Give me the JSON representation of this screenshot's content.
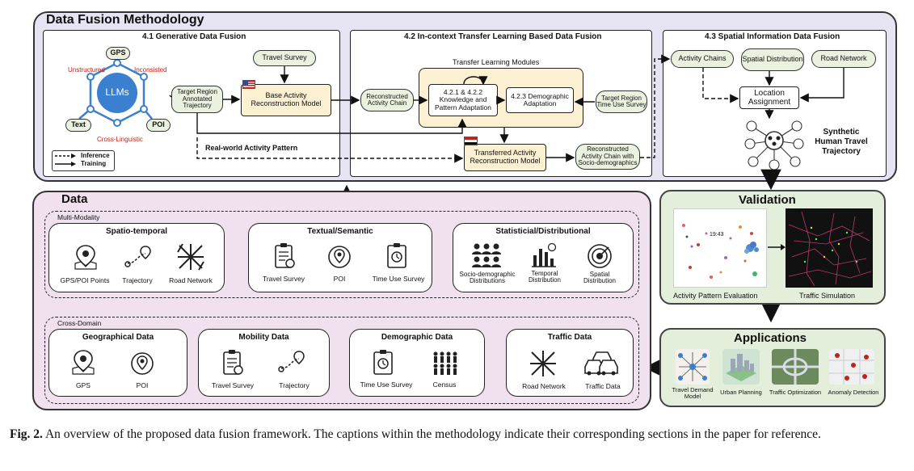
{
  "methodology": {
    "title": "Data Fusion Methodology",
    "generative": {
      "title": "4.1 Generative Data Fusion",
      "llm_center": "LLMs",
      "llm_nodes": [
        "GPS",
        "POI",
        "Text"
      ],
      "llm_labels": [
        "Unstructured",
        "Inconsisted",
        "Cross-Linguistic"
      ],
      "travel_survey": "Travel Survey",
      "target_region": "Target Region Annotated Trajectory",
      "base_model": "Base Activity Reconstruction Model",
      "real_world": "Real-world Activity Pattern",
      "legend": [
        "Inference",
        "Training"
      ]
    },
    "transfer": {
      "title": "4.2 In-context Transfer Learning Based Data Fusion",
      "modules_title": "Transfer Learning Modules",
      "reconstructed_chain": "Reconstructed Activity Chain",
      "knowledge": "4.2.1 & 4.2.2 Knowledge and Pattern Adaptation",
      "demographic": "4.2.3 Demographic Adaptation",
      "target_time_use": "Target Region Time Use Survey",
      "transferred_model": "Transferred Activity Reconstruction Model",
      "chain_socio": "Reconstructed Activity Chain with Socio-demographics"
    },
    "spatial": {
      "title": "4.3 Spatial Information Data Fusion",
      "activity_chains": "Activity Chains",
      "spatial_distribution": "Spatial Distribution",
      "road_network": "Road Network",
      "location_assignment": "Location Assignment",
      "synthetic": "Synthetic Human Travel Trajectory"
    }
  },
  "data": {
    "title": "Data",
    "multi_modality": "Multi-Modality",
    "cross_domain": "Cross-Domain",
    "spatio_temporal": {
      "title": "Spatio-temporal",
      "items": [
        "GPS/POI Points",
        "Trajectory",
        "Road Network"
      ]
    },
    "textual": {
      "title": "Textual/Semantic",
      "items": [
        "Travel Survey",
        "POI",
        "Time Use Survey"
      ]
    },
    "statistical": {
      "title": "Statisticial/Distributional",
      "items": [
        "Socio-demographic Distributions",
        "Temporal Distribution",
        "Spatial Distribution"
      ]
    },
    "geographical": {
      "title": "Geographical Data",
      "items": [
        "GPS",
        "POI"
      ]
    },
    "mobility": {
      "title": "Mobility Data",
      "items": [
        "Travel Survey",
        "Trajectory"
      ]
    },
    "demographic": {
      "title": "Demographic Data",
      "items": [
        "Time Use Survey",
        "Census"
      ]
    },
    "traffic": {
      "title": "Traffic Data",
      "items": [
        "Road Network",
        "Traffic Data"
      ]
    }
  },
  "validation": {
    "title": "Validation",
    "items": [
      "Activity Pattern Evaluation",
      "Traffic Simulation"
    ],
    "clock_text": "19:43"
  },
  "applications": {
    "title": "Applications",
    "items": [
      "Travel Demand Model",
      "Urban Planning",
      "Traffic Optimization",
      "Anomaly Detection"
    ]
  },
  "caption": {
    "label": "Fig. 2.",
    "text": "An overview of the proposed data fusion framework. The captions within the methodology indicate their corresponding sections in the paper for reference."
  },
  "colors": {
    "methodology_bg": "#e6e4f2",
    "data_bg": "#f1e1ee",
    "validation_bg": "#e3eedb",
    "pill_bg": "#eaf2df",
    "module_bg": "#fbf0d2",
    "llm_blue": "#3b7fd0"
  }
}
